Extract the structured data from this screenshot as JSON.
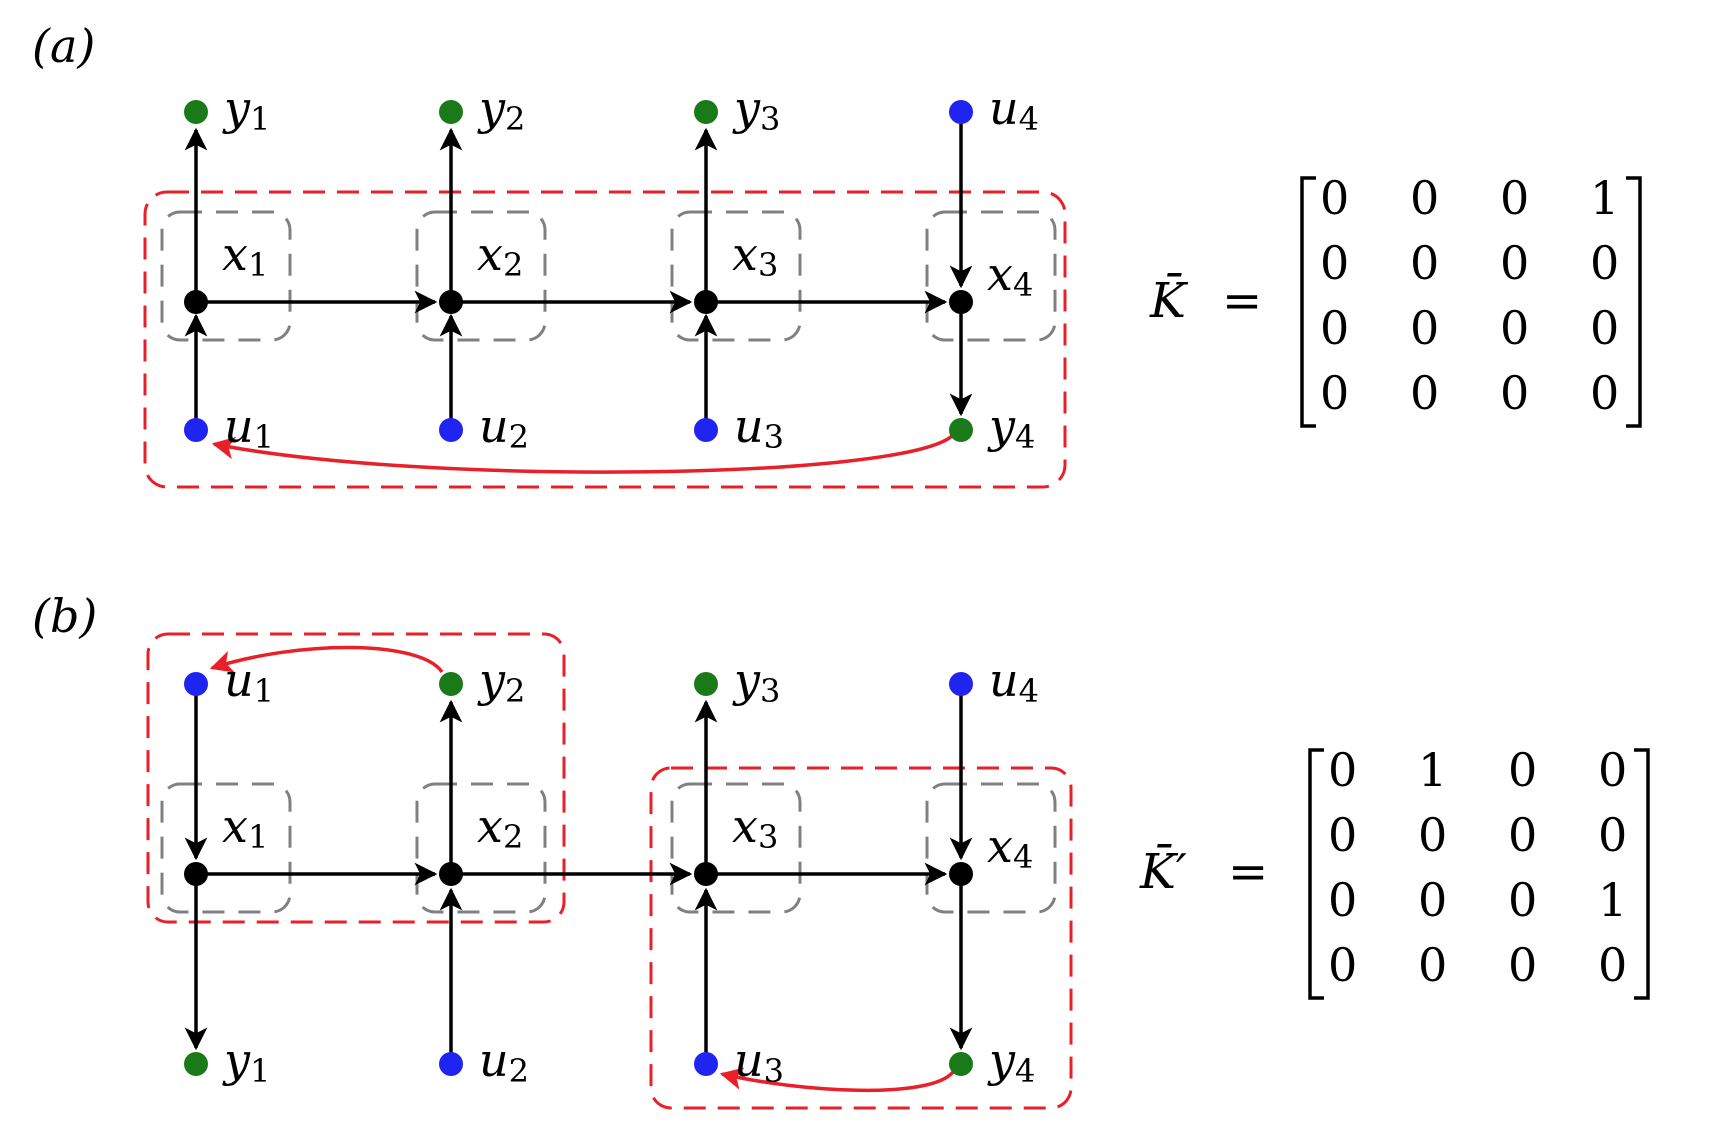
{
  "colors": {
    "state": "#000000",
    "input": "#1f24f0",
    "output": "#1a7a1a",
    "feedback": "#e8202a",
    "grouping": "#808080"
  },
  "panels": [
    {
      "label": "(a)",
      "nodes": [
        {
          "id": "y1",
          "type": "output",
          "name": "y",
          "sub": "1"
        },
        {
          "id": "y2",
          "type": "output",
          "name": "y",
          "sub": "2"
        },
        {
          "id": "y3",
          "type": "output",
          "name": "y",
          "sub": "3"
        },
        {
          "id": "u4",
          "type": "input",
          "name": "u",
          "sub": "4"
        },
        {
          "id": "x1",
          "type": "state",
          "name": "x",
          "sub": "1"
        },
        {
          "id": "x2",
          "type": "state",
          "name": "x",
          "sub": "2"
        },
        {
          "id": "x3",
          "type": "state",
          "name": "x",
          "sub": "3"
        },
        {
          "id": "x4",
          "type": "state",
          "name": "x",
          "sub": "4"
        },
        {
          "id": "u1",
          "type": "input",
          "name": "u",
          "sub": "1"
        },
        {
          "id": "u2",
          "type": "input",
          "name": "u",
          "sub": "2"
        },
        {
          "id": "u3",
          "type": "input",
          "name": "u",
          "sub": "3"
        },
        {
          "id": "y4",
          "type": "output",
          "name": "y",
          "sub": "4"
        }
      ],
      "edges": [
        {
          "from": "x1",
          "to": "y1"
        },
        {
          "from": "x2",
          "to": "y2"
        },
        {
          "from": "x3",
          "to": "y3"
        },
        {
          "from": "u4",
          "to": "x4"
        },
        {
          "from": "x1",
          "to": "x2"
        },
        {
          "from": "x2",
          "to": "x3"
        },
        {
          "from": "x3",
          "to": "x4"
        },
        {
          "from": "u1",
          "to": "x1"
        },
        {
          "from": "u2",
          "to": "x2"
        },
        {
          "from": "u3",
          "to": "x3"
        },
        {
          "from": "x4",
          "to": "y4"
        }
      ],
      "feedback": [
        {
          "from": "y4",
          "to": "u1"
        }
      ],
      "equation": {
        "symbol": "K̄",
        "prime": "",
        "equals": "=",
        "matrix": [
          [
            "0",
            "0",
            "0",
            "1"
          ],
          [
            "0",
            "0",
            "0",
            "0"
          ],
          [
            "0",
            "0",
            "0",
            "0"
          ],
          [
            "0",
            "0",
            "0",
            "0"
          ]
        ]
      }
    },
    {
      "label": "(b)",
      "nodes": [
        {
          "id": "u1",
          "type": "input",
          "name": "u",
          "sub": "1"
        },
        {
          "id": "y2",
          "type": "output",
          "name": "y",
          "sub": "2"
        },
        {
          "id": "y3",
          "type": "output",
          "name": "y",
          "sub": "3"
        },
        {
          "id": "u4",
          "type": "input",
          "name": "u",
          "sub": "4"
        },
        {
          "id": "x1",
          "type": "state",
          "name": "x",
          "sub": "1"
        },
        {
          "id": "x2",
          "type": "state",
          "name": "x",
          "sub": "2"
        },
        {
          "id": "x3",
          "type": "state",
          "name": "x",
          "sub": "3"
        },
        {
          "id": "x4",
          "type": "state",
          "name": "x",
          "sub": "4"
        },
        {
          "id": "y1",
          "type": "output",
          "name": "y",
          "sub": "1"
        },
        {
          "id": "u2",
          "type": "input",
          "name": "u",
          "sub": "2"
        },
        {
          "id": "u3",
          "type": "input",
          "name": "u",
          "sub": "3"
        },
        {
          "id": "y4",
          "type": "output",
          "name": "y",
          "sub": "4"
        }
      ],
      "edges": [
        {
          "from": "u1",
          "to": "x1"
        },
        {
          "from": "x2",
          "to": "y2"
        },
        {
          "from": "x3",
          "to": "y3"
        },
        {
          "from": "u4",
          "to": "x4"
        },
        {
          "from": "x1",
          "to": "x2"
        },
        {
          "from": "x2",
          "to": "x3"
        },
        {
          "from": "x3",
          "to": "x4"
        },
        {
          "from": "x1",
          "to": "y1"
        },
        {
          "from": "u2",
          "to": "x2"
        },
        {
          "from": "u3",
          "to": "x3"
        },
        {
          "from": "x4",
          "to": "y4"
        }
      ],
      "feedback": [
        {
          "from": "y2",
          "to": "u1"
        },
        {
          "from": "y4",
          "to": "u3"
        }
      ],
      "equation": {
        "symbol": "K̄",
        "prime": "′",
        "equals": "=",
        "matrix": [
          [
            "0",
            "1",
            "0",
            "0"
          ],
          [
            "0",
            "0",
            "0",
            "0"
          ],
          [
            "0",
            "0",
            "0",
            "1"
          ],
          [
            "0",
            "0",
            "0",
            "0"
          ]
        ]
      }
    }
  ]
}
